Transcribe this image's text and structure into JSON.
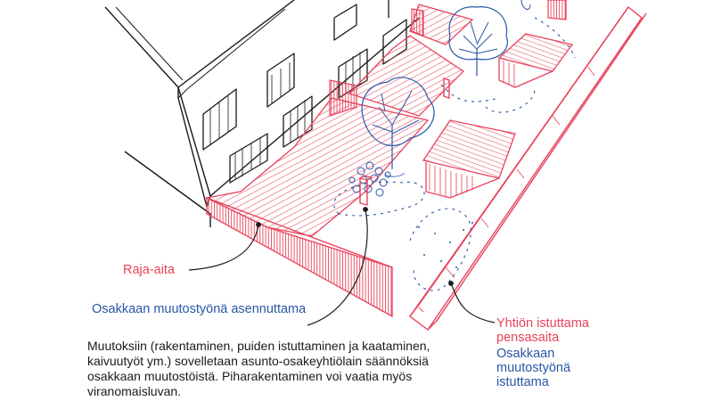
{
  "colors": {
    "red": "#e8425a",
    "blue": "#2a57a6",
    "ink": "#1a1a1a"
  },
  "labels": {
    "raja_aita": "Raja-aita",
    "osakkaan_asennuttama": "Osakkaan muutostyönä asennuttama",
    "yhtion_line1": "Yhtiön istuttama",
    "yhtion_line2": "pensasaita",
    "osakkaan_istuttama_line1": "Osakkaan",
    "osakkaan_istuttama_line2": "muutostyönä",
    "osakkaan_istuttama_line3": "istuttama"
  },
  "note": {
    "line1": "Muutoksiin (rakentaminen, puiden istuttaminen ja kaataminen,",
    "line2": "kaivuutyöt ym.) sovelletaan asunto-osakeyhtiölain säännöksiä",
    "line3": "osakkaan muutostöistä. Piharakentaminen voi vaatia myös",
    "line4": "viranomaisluvan."
  }
}
